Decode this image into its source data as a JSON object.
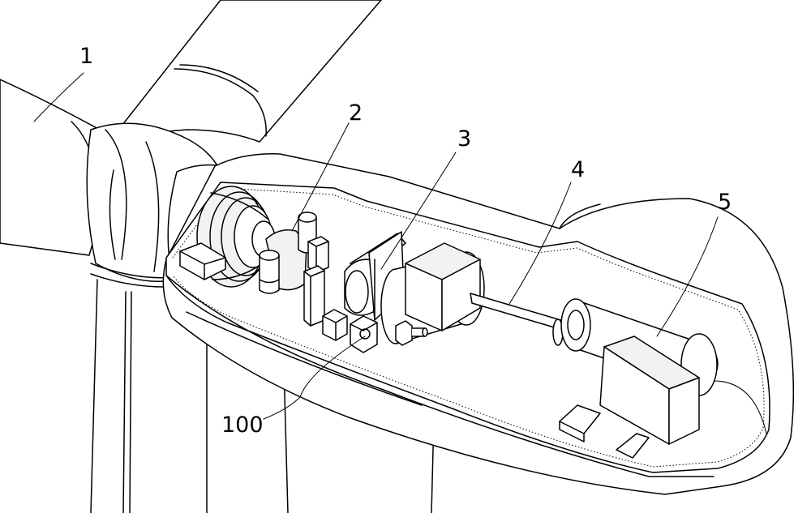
{
  "labels": {
    "blade": "1",
    "gearbox": "2",
    "coupling": "3",
    "shaft": "4",
    "generator": "5",
    "brake": "100"
  }
}
